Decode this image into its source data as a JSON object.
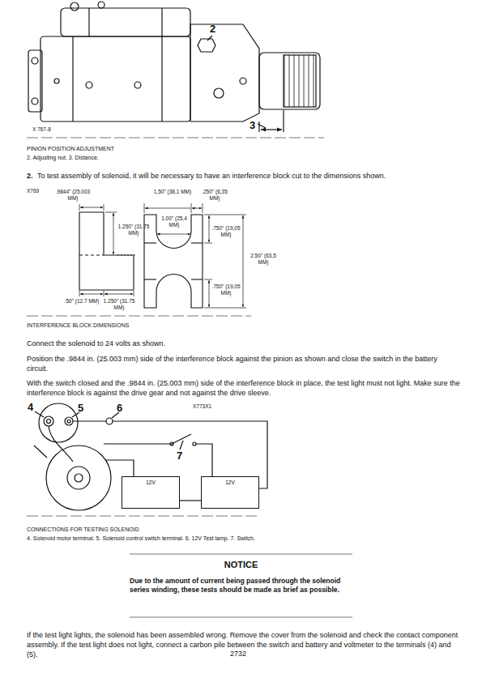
{
  "diagram": {
    "nodes": [
      {
        "text": [
          "12V"
        ]
      },
      {
        "text": [
          "12V"
        ]
      }
    ],
    "edges": [
      {
        "from": 0,
        "to": 1,
        "arrow": "none"
      }
    ],
    "labels": [
      "2",
      "3",
      "X 767-8",
      "PINION POSITION ADJUSTMENT",
      "2. Adjusting nut. 3. Distance.",
      "2.",
      "To test assembly of solenoid, it will be necessary to have an interference block cut to the dimensions shown.",
      "X769",
      ".9844\" (25.003 MM)",
      "1.250\" (31.75 MM)",
      ".50\" (12.7 MM)",
      "1.250\" (31.75 MM)",
      "1,50\" (38,1 MM)",
      ".250\" (6,35 MM)",
      "1.00\" (25,4 MM)",
      ".750\" (19,05 MM)",
      "2.50\" (63,5 MM)",
      ".750\" (19,05 MM)",
      "INTERFERENCE BLOCK DIMENSIONS",
      "Connect the solenoid to 24 volts as shown.",
      "Position the .9844 in. (25.003 mm) side of the interference block against the pinion as shown and close the switch in the battery circuit.",
      "With the switch closed and the .9844 in. (25.003 mm) side of the interference block in place, the test light must not light. Make sure the interference block is against the drive gear and not against the drive sleeve.",
      "4",
      "5",
      "6",
      "X773X1",
      "7",
      "CONNECTIONS FOR TESTING SOLENOID",
      "4. Solenoid motor terminal. 5. Solenoid control switch terminal. 6. 12V Test lamp. 7. Switch.",
      "NOTICE",
      "Due to the amount of current being passed through the solenoid series winding, these tests should be made as brief as possible.",
      "If the test light lights, the solenoid has been assembled wrong. Remove the cover from the solenoid and check the contact component assembly. If the test light does not light, connect a carbon pile between the switch and battery and voltmeter to the terminals (4) and (5).",
      "2732"
    ]
  }
}
